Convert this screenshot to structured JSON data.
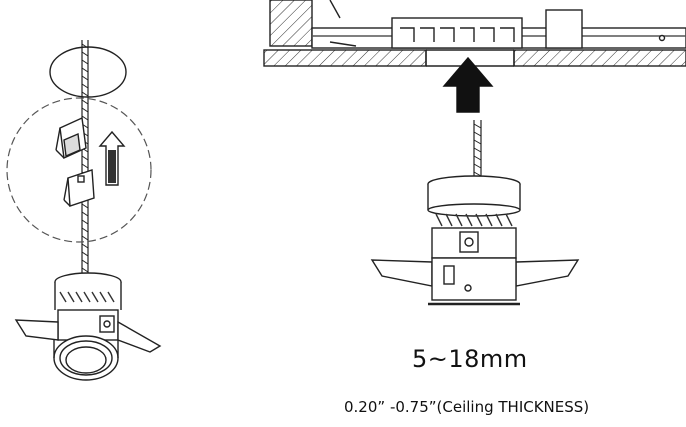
{
  "title": "",
  "labels": {
    "size_mm": "5~18mm",
    "thickness": "0.20” -0.75”(Ceiling THICKNESS)"
  },
  "colors": {
    "line": "#222222",
    "fill": "#ffffff",
    "arrow": "#111111"
  },
  "icons": [
    "ceiling-hole",
    "suspension-cable",
    "clip-pair",
    "up-arrow",
    "downlight-fixture",
    "ceiling-cross-section"
  ]
}
